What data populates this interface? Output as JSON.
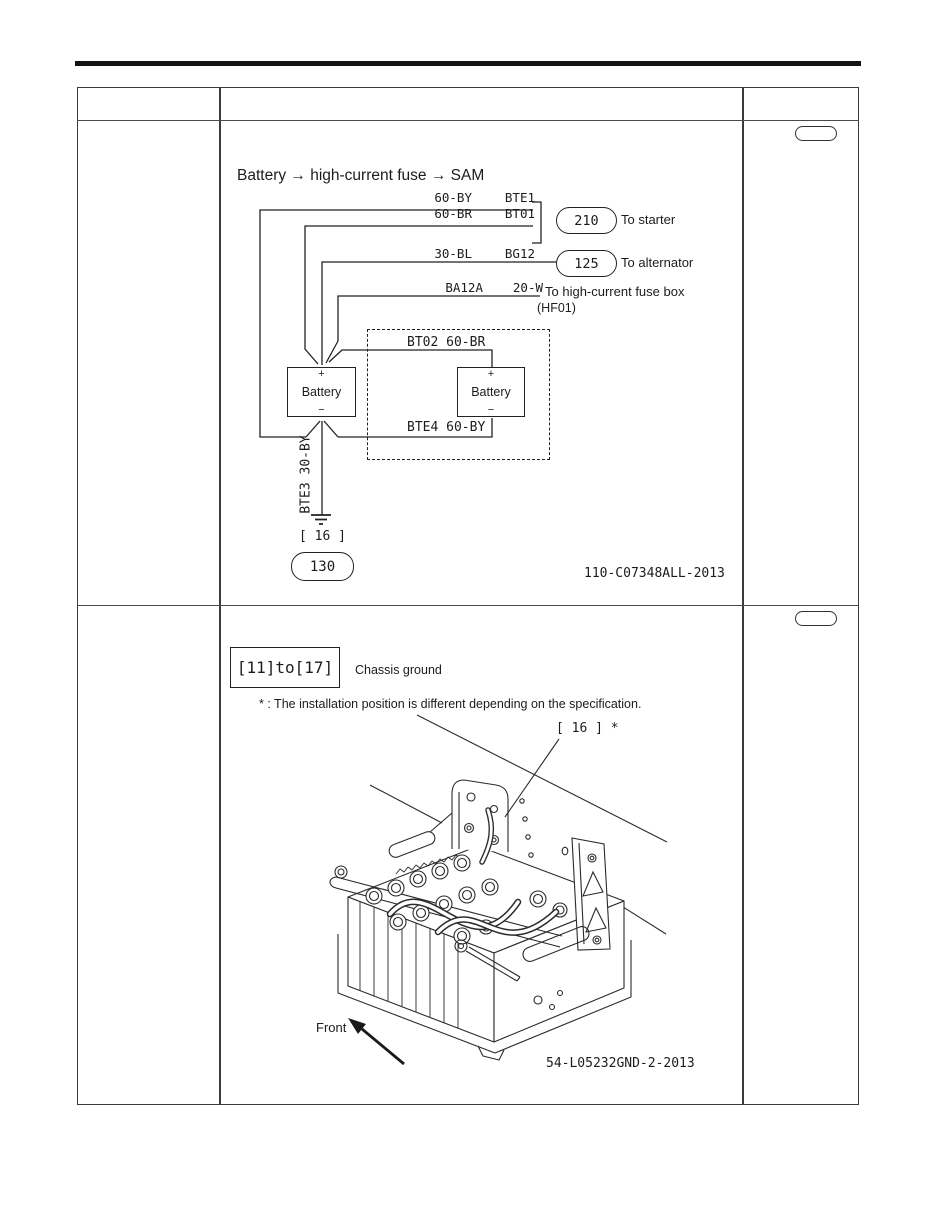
{
  "figure1": {
    "title": "Battery → high-current fuse → SAM",
    "wires": [
      {
        "color": "60-BY",
        "terminal": "BTE1"
      },
      {
        "color": "60-BR",
        "terminal": "BT01"
      },
      {
        "color": "30-BL",
        "terminal": "BG12"
      },
      {
        "color": "BA12A",
        "terminal": "20-W"
      }
    ],
    "connector_210": {
      "value": "210",
      "label": "To starter"
    },
    "connector_125": {
      "value": "125",
      "label": "To alternator"
    },
    "fuse_box_line1": "To high-current fuse box",
    "fuse_box_line2": "(HF01)",
    "wire_bt02": "BT02 60-BR",
    "wire_bte4": "BTE4 60-BY",
    "wire_bte3": "BTE3 30-BY",
    "battery": {
      "plus": "+",
      "name": "Battery",
      "minus": "−"
    },
    "ground_ref": "[ 16 ]",
    "ground_value": "130",
    "figure_code": "110-C07348ALL-2013"
  },
  "figure2": {
    "range": "[11]to[17]",
    "range_label": "Chassis ground",
    "note": "* : The installation position is different depending on the specification.",
    "callout_16": "[ 16 ] *",
    "front_label": "Front",
    "figure_code": "54-L05232GND-2-2013"
  },
  "colors": {
    "line": "#222222",
    "paper": "#ffffff"
  }
}
